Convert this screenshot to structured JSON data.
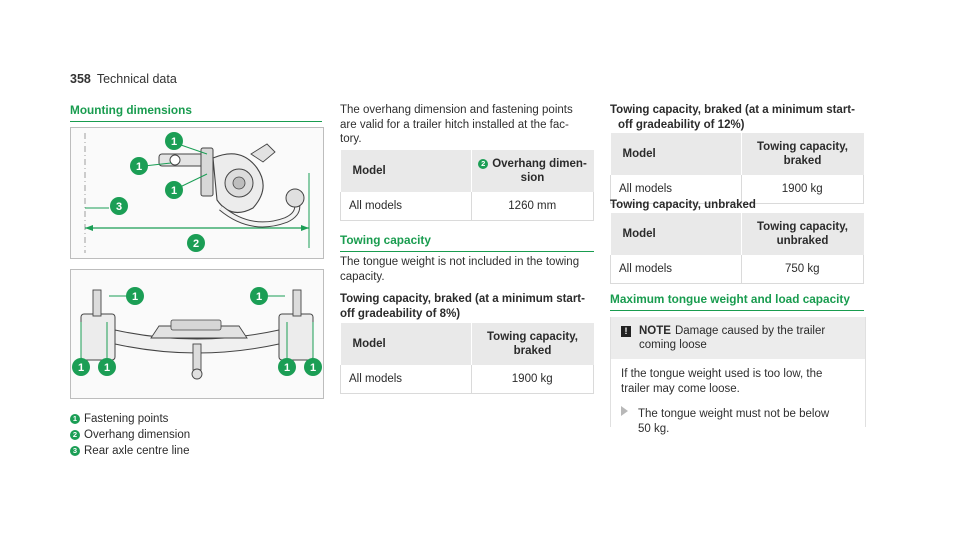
{
  "page": {
    "number": "358",
    "section": "Technical data"
  },
  "mounting": {
    "heading": "Mounting dimensions",
    "legend": [
      {
        "num": "1",
        "text": "Fastening points"
      },
      {
        "num": "2",
        "text": "Overhang dimension"
      },
      {
        "num": "3",
        "text": "Rear axle centre line"
      }
    ]
  },
  "overhang": {
    "intro": "The overhang dimension and fastening points are valid for a trailer hitch installed at the factory.",
    "intro_lines": [
      "The overhang dimension and fastening points",
      "are valid for a trailer hitch installed at the fac-",
      "tory."
    ],
    "table": {
      "col1": "Model",
      "col2_num": "2",
      "col2_line1": "Overhang dimen-",
      "col2_line2": "sion",
      "rows": [
        {
          "model": "All models",
          "value": "1260 mm"
        }
      ]
    }
  },
  "towing": {
    "heading": "Towing capacity",
    "intro_lines": [
      "The tongue weight is not included in the towing",
      "capacity."
    ],
    "braked8": {
      "title_line1": "Towing capacity, braked (at a minimum start-",
      "title_line2": "off gradeability of 8%)",
      "col1": "Model",
      "col2_line1": "Towing capacity,",
      "col2_line2": "braked",
      "rows": [
        {
          "model": "All models",
          "value": "1900 kg"
        }
      ]
    },
    "braked12": {
      "title_line1": "Towing capacity, braked (at a minimum start-",
      "title_line2": "off gradeability of 12%)",
      "col1": "Model",
      "col2_line1": "Towing capacity,",
      "col2_line2": "braked",
      "rows": [
        {
          "model": "All models",
          "value": "1900 kg"
        }
      ]
    },
    "unbraked": {
      "title": "Towing capacity, unbraked",
      "col1": "Model",
      "col2_line1": "Towing capacity,",
      "col2_line2": "unbraked",
      "rows": [
        {
          "model": "All models",
          "value": "750 kg"
        }
      ]
    }
  },
  "max_tongue": {
    "heading": "Maximum tongue weight and load capacity",
    "note_label": "NOTE",
    "note_line1": "Damage caused by the trailer",
    "note_line2": "coming loose",
    "body_line1": "If the tongue weight used is too low, the",
    "body_line2": "trailer may come loose.",
    "step_line1": "The tongue weight must not be below",
    "step_line2": "50 kg."
  },
  "colors": {
    "accent": "#199c4f",
    "badge": "#1b9e55",
    "header_bg": "#e9e9e9"
  }
}
